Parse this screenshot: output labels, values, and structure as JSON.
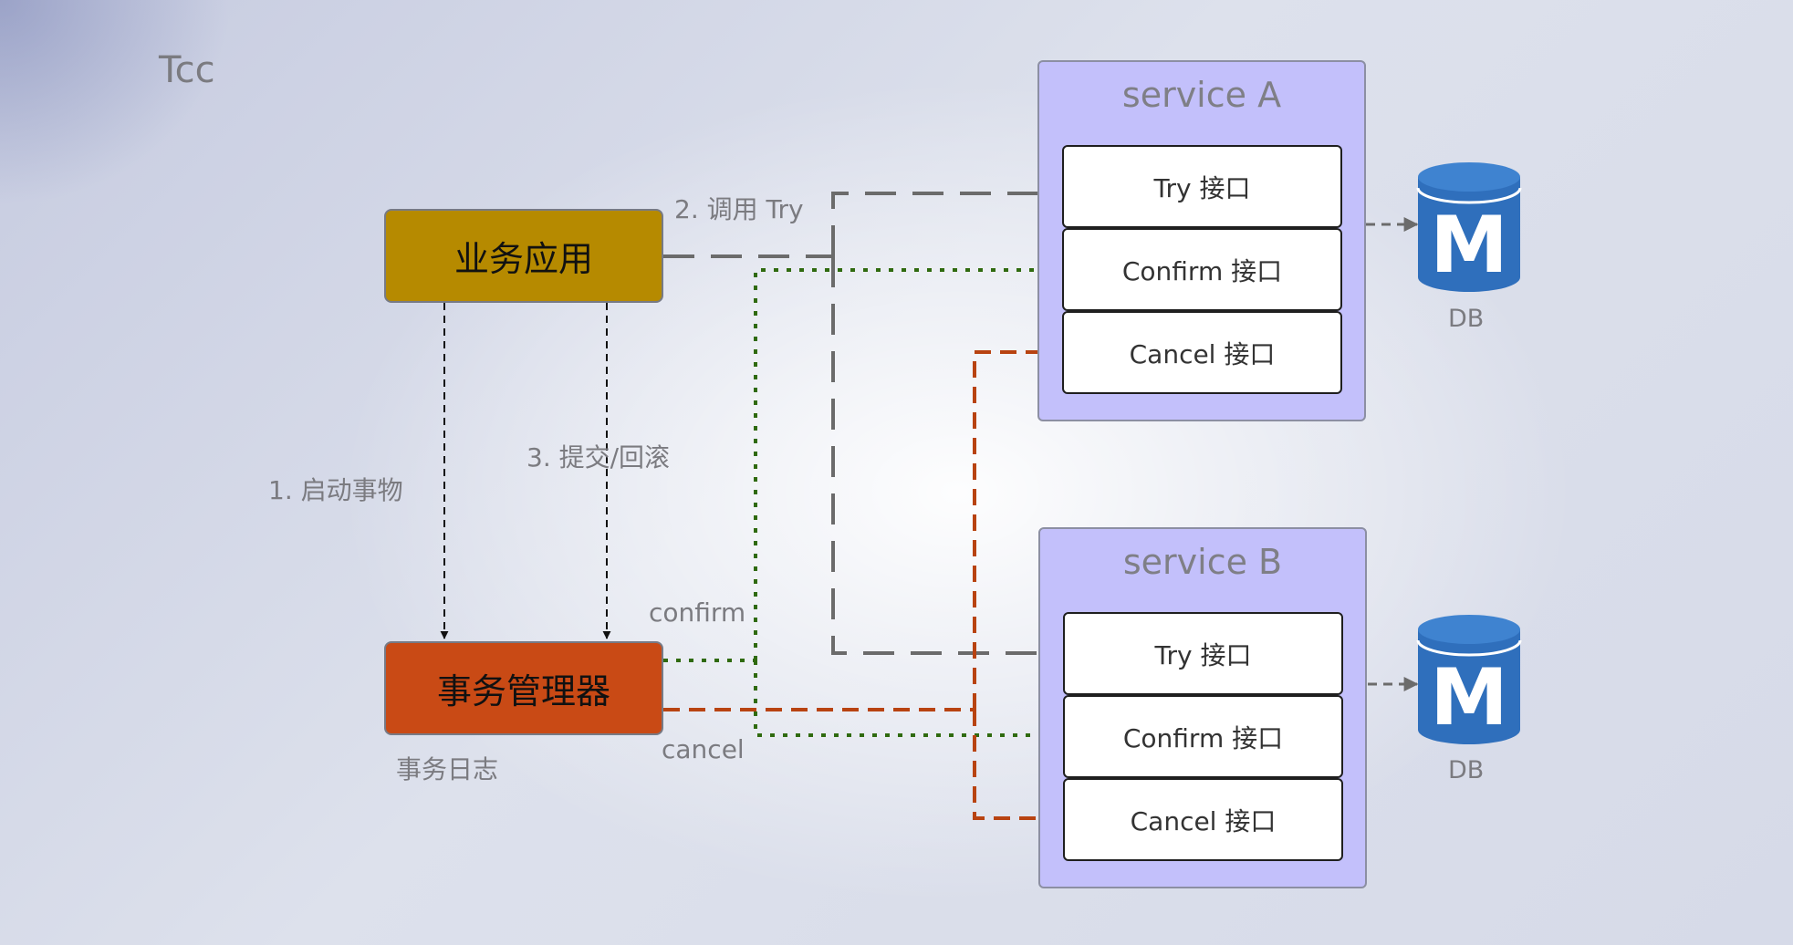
{
  "title": "Tcc",
  "business_app": {
    "label": "业务应用",
    "color": "#b68a00"
  },
  "tx_manager": {
    "label": "事务管理器",
    "caption": "事务日志",
    "color": "#c94a15"
  },
  "steps": {
    "start": "1. 启动事物",
    "commit_rollback": "3. 提交/回滚",
    "call_try": "2. 调用 Try",
    "confirm": "confirm",
    "cancel": "cancel"
  },
  "services": [
    {
      "title": "service A",
      "interfaces": [
        "Try 接口",
        "Confirm 接口",
        "Cancel 接口"
      ]
    },
    {
      "title": "service B",
      "interfaces": [
        "Try 接口",
        "Confirm 接口",
        "Cancel 接口"
      ]
    }
  ],
  "databases": [
    {
      "letter": "M",
      "label": "DB"
    },
    {
      "letter": "M",
      "label": "DB"
    }
  ],
  "colors": {
    "try_line": "#6b6b6b",
    "confirm_line": "#2f6a0f",
    "cancel_line": "#b84311",
    "control_line": "#111111",
    "service_fill": "#c3c0fb",
    "db_blue": "#2f6fbc"
  }
}
